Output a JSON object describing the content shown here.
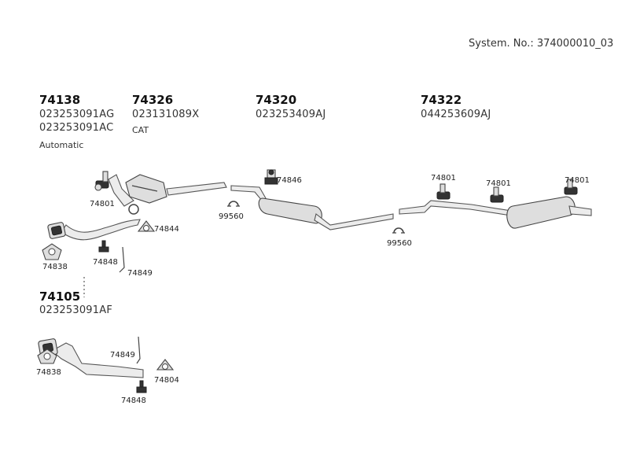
{
  "system_label": "System. No.: 374000010_03",
  "groups": [
    {
      "part": "74138",
      "oem": [
        "023253091AG",
        "023253091AC"
      ],
      "note": "Automatic"
    },
    {
      "part": "74326",
      "oem": [
        "023131089X"
      ],
      "note": "CAT"
    },
    {
      "part": "74320",
      "oem": [
        "023253409AJ"
      ]
    },
    {
      "part": "74322",
      "oem": [
        "044253609AJ"
      ]
    },
    {
      "part": "74105",
      "oem": [
        "023253091AF"
      ]
    }
  ],
  "callouts": {
    "c74801": "74801",
    "c74844": "74844",
    "c74838": "74838",
    "c74848": "74848",
    "c74849": "74849",
    "c99560": "99560",
    "c74846": "74846",
    "c74804": "74804"
  }
}
